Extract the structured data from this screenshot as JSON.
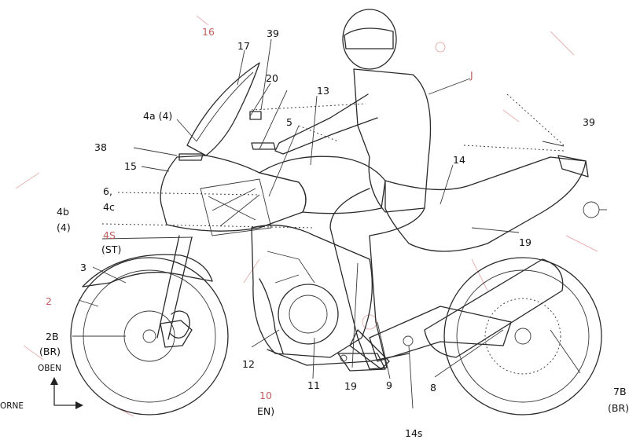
{
  "colors": {
    "line": "#2a2a2a",
    "ghost_stamp": "#e7b3b3",
    "faded_label": "#c26060",
    "background": "#ffffff"
  },
  "labels": {
    "l16": "16",
    "l17": "17",
    "l39a": "39",
    "l20": "20",
    "l13": "13",
    "lJ": "J",
    "l4a": "4a (4)",
    "l5": "5",
    "l38": "38",
    "l15": "15",
    "l39b": "39",
    "l14": "14",
    "l6": "6,",
    "l4c": "4c",
    "l4b": "4b",
    "l4b2": "(4)",
    "l4S": "4S",
    "lST": "(ST)",
    "l19a": "19",
    "l3": "3",
    "l2": "2",
    "l2B": "2B",
    "lBR1": "(BR)",
    "l12": "12",
    "l11": "11",
    "l19b": "19",
    "l9": "9",
    "l8": "8",
    "l14s": "14s",
    "l10": "10",
    "lEN": "EN)",
    "l7B": "7B",
    "lBR2": "(BR)",
    "oben": "OBEN",
    "vorne": "ORNE"
  }
}
